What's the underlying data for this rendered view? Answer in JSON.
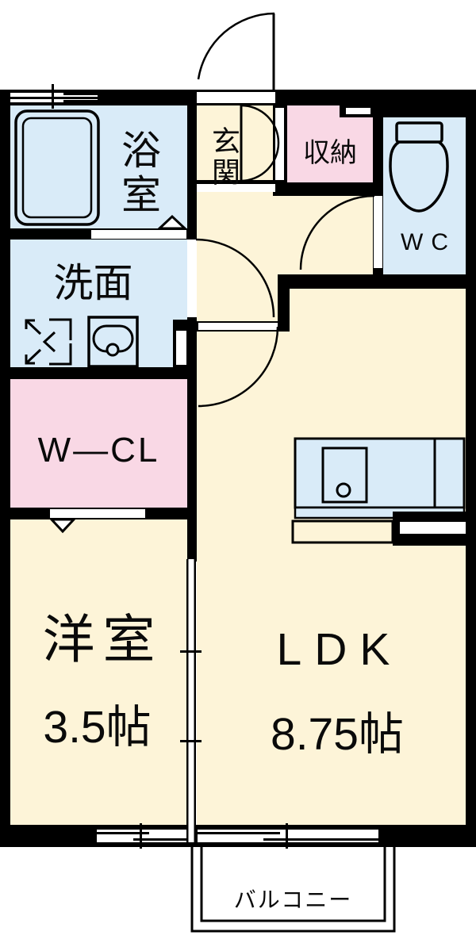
{
  "title": "apartment-floorplan",
  "rooms": {
    "bathroom": {
      "label": "浴室"
    },
    "washroom": {
      "label": "洗面"
    },
    "entrance": {
      "label": "玄関"
    },
    "storage": {
      "label": "収納"
    },
    "toilet": {
      "label": "WC"
    },
    "closet": {
      "label": "W—CL"
    },
    "western_room": {
      "label": "洋室",
      "size": "3.5帖"
    },
    "ldk": {
      "label": "LDK",
      "size": "8.75帖"
    },
    "balcony": {
      "label": "バルコニー"
    }
  },
  "icons": {
    "bathtub": "bathtub-icon",
    "toilet": "toilet-icon",
    "washbasin": "washbasin-icon",
    "washer_pan": "washing-machine-pan-icon",
    "kitchen_sink": "kitchen-sink-icon",
    "door_swing": "door-swing-arc",
    "sliding_window": "sliding-window-glyph"
  },
  "colors": {
    "wall": "#000000",
    "room_cream": "#FDF4D8",
    "room_blue": "#D9EBF8",
    "room_pink": "#F9D8E5",
    "background": "#FFFFFF",
    "line": "#000000"
  }
}
